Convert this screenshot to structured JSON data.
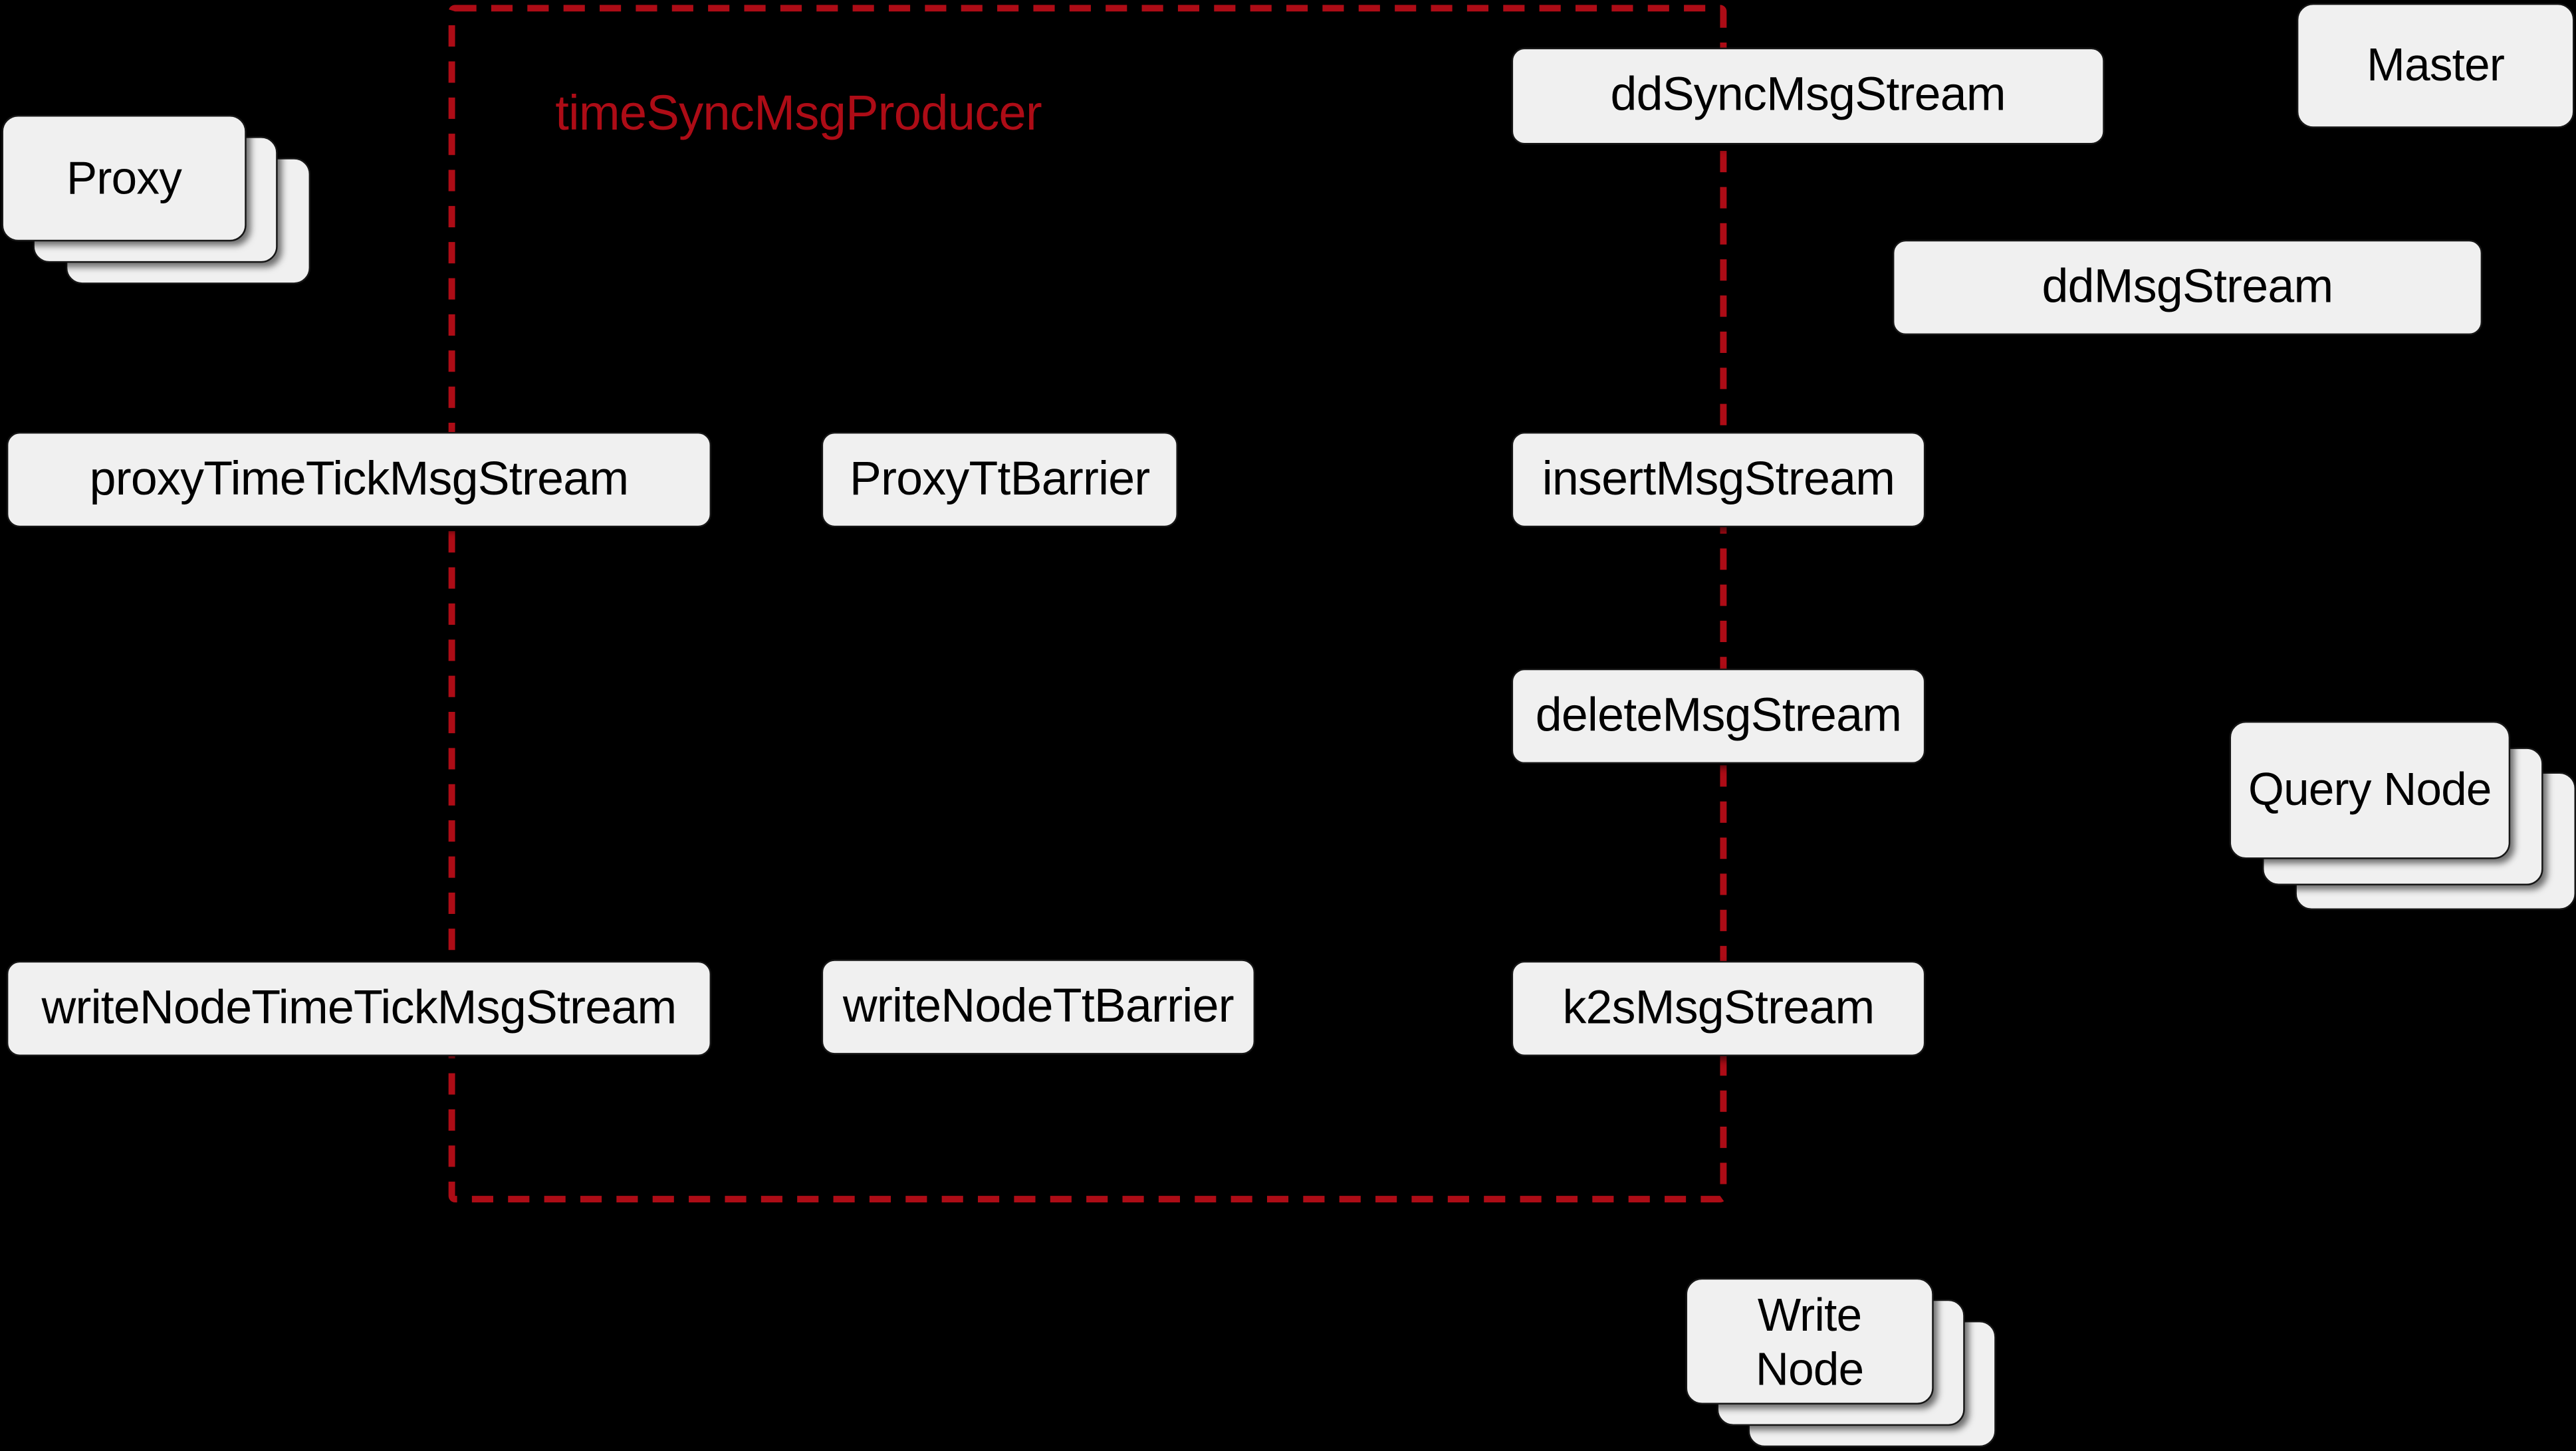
{
  "diagram": {
    "colors": {
      "background": "#000000",
      "accent_red": "#ad0c16",
      "box_fill": "#f0f0f0",
      "text": "#000000"
    },
    "producer_group": {
      "label": "timeSyncMsgProducer"
    },
    "nodes": {
      "proxy": {
        "label": "Proxy",
        "instances": 3
      },
      "master": {
        "label": "Master",
        "instances": 1
      },
      "query_node": {
        "label": "Query Node",
        "instances": 3
      },
      "write_node": {
        "label": "Write Node",
        "instances": 3
      }
    },
    "streams": {
      "dd_sync_msg_stream": {
        "label": "ddSyncMsgStream"
      },
      "dd_msg_stream": {
        "label": "ddMsgStream"
      },
      "proxy_time_tick_msg_stream": {
        "label": "proxyTimeTickMsgStream"
      },
      "proxy_tt_barrier": {
        "label": "ProxyTtBarrier"
      },
      "insert_msg_stream": {
        "label": "insertMsgStream"
      },
      "delete_msg_stream": {
        "label": "deleteMsgStream"
      },
      "write_node_time_tick_msg_stream": {
        "label": "writeNodeTimeTickMsgStream"
      },
      "write_node_tt_barrier": {
        "label": "writeNodeTtBarrier"
      },
      "k2s_msg_stream": {
        "label": "k2sMsgStream"
      }
    }
  }
}
